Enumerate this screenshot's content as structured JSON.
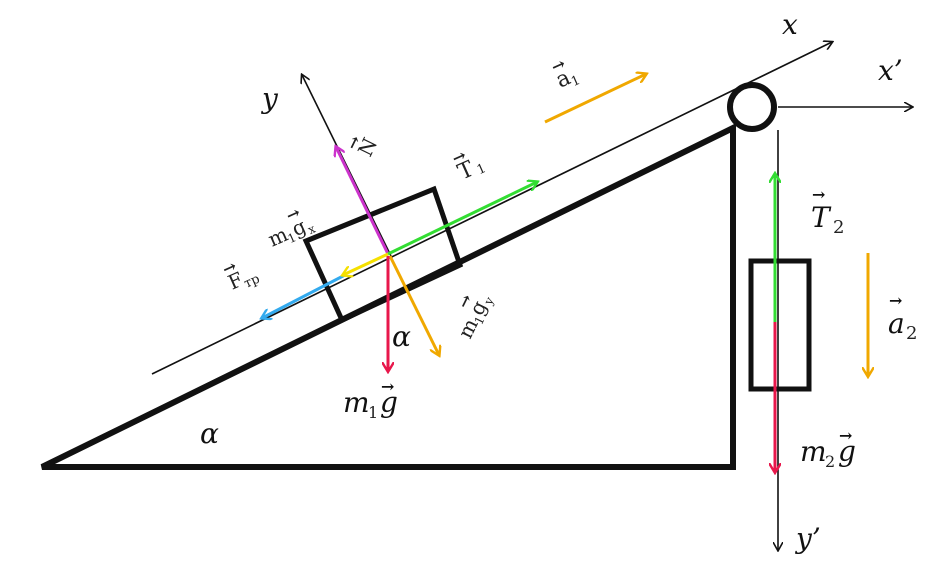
{
  "labels": {
    "axis_x": "x",
    "axis_y": "y",
    "axis_x_prime": "x’",
    "axis_y_prime": "y’",
    "a1": "a",
    "a1_sub": "1",
    "a2": "a",
    "a2_sub": "2",
    "normal": "N",
    "tension1": "T",
    "tension1_sub": "1",
    "tension2": "T",
    "tension2_sub": "2",
    "friction": "F",
    "friction_sub": "тр",
    "mg_x": "m",
    "mg_x_sub1": "1",
    "mg_x_g": "g",
    "mg_x_sub2": "x",
    "mg_y": "m",
    "mg_y_sub1": "1",
    "mg_y_g": "g",
    "mg_y_sub2": "y",
    "m1g": "m",
    "m1g_sub": "1",
    "m1g_g": "g",
    "m2g": "m",
    "m2g_sub": "2",
    "m2g_g": "g",
    "alpha_block": "α",
    "alpha_base": "α",
    "vec": "→"
  },
  "colors": {
    "black": "#111111",
    "magenta": "#cc33cc",
    "green": "#33dd33",
    "yellow": "#f5e000",
    "cyan": "#33aaee",
    "red": "#e8174b",
    "orange": "#f0a800"
  }
}
